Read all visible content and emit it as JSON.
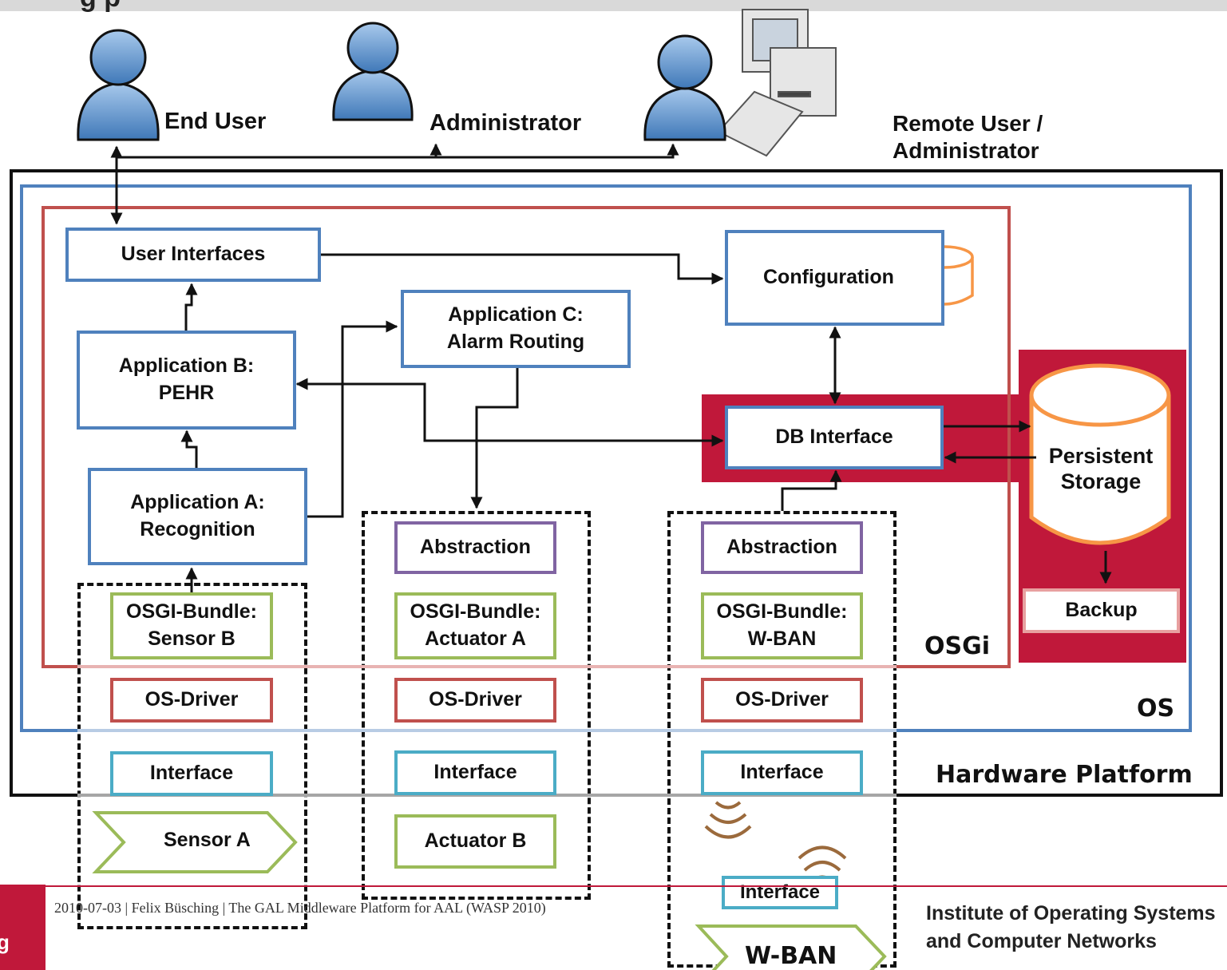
{
  "slide": {
    "title_fragment": "g          p",
    "footer_left": "2010-07-03 | Felix Büsching | The GAL Middleware Platform for AAL (WASP 2010)",
    "footer_right": "Institute of Operating Systems\nand Computer Networks",
    "footer_logo_fragment": "g"
  },
  "actors": {
    "end_user": "End User",
    "administrator": "Administrator",
    "remote_user": "Remote User /\nAdministrator"
  },
  "layers": {
    "hardware": "Hardware Platform",
    "os": "OS",
    "osgi": "OSGi"
  },
  "components": {
    "user_interfaces": "User Interfaces",
    "configuration": "Configuration",
    "app_c": "Application C:\nAlarm Routing",
    "app_b": "Application B:\nPEHR",
    "db_interface": "DB Interface",
    "app_a": "Application A:\nRecognition",
    "persistent_storage": "Persistent\nStorage",
    "backup": "Backup"
  },
  "columns": {
    "sensor": {
      "bundle": "OSGI-Bundle:\nSensor B",
      "driver": "OS-Driver",
      "interface": "Interface",
      "device": "Sensor A"
    },
    "actuator": {
      "abstraction": "Abstraction",
      "bundle": "OSGI-Bundle:\nActuator A",
      "driver": "OS-Driver",
      "interface": "Interface",
      "device": "Actuator B"
    },
    "wban": {
      "abstraction": "Abstraction",
      "bundle": "OSGI-Bundle:\nW-BAN",
      "driver": "OS-Driver",
      "interface": "Interface",
      "device_interface": "Interface",
      "device": "W-BAN"
    }
  },
  "colors": {
    "app_blue": "#4f81bd",
    "osgi_red": "#c0504d",
    "storage_crimson": "#c0183a",
    "abstraction_purple": "#8064a2",
    "bundle_green": "#9bbb59",
    "interface_cyan": "#4bacc6",
    "database_orange": "#f79646"
  },
  "icons": {
    "end_user": "user-icon",
    "administrator": "user-icon",
    "remote_user": "user-computer-icon",
    "config_db": "database-icon",
    "storage_db": "database-icon",
    "wireless": "wireless-signal-icon"
  }
}
